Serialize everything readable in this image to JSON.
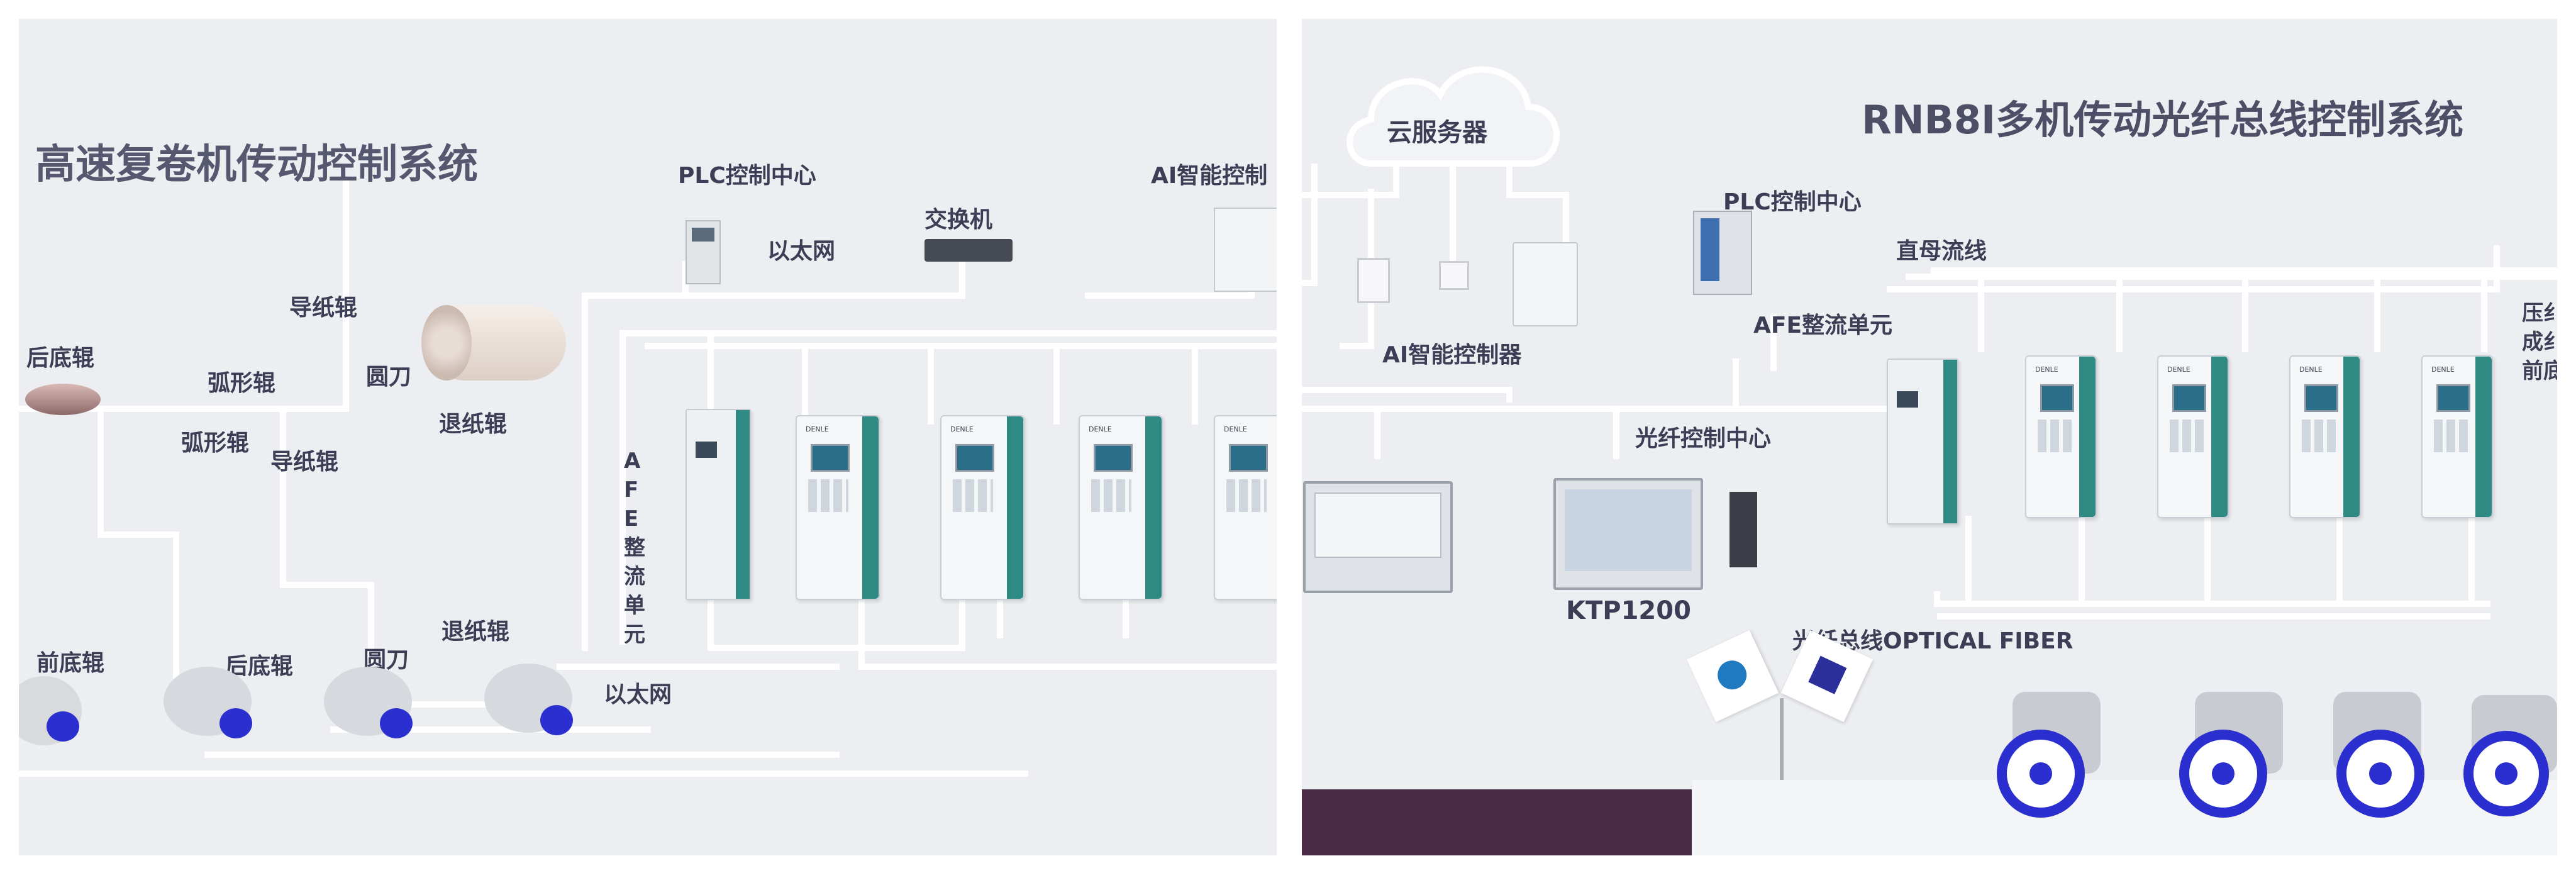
{
  "left_panel": {
    "title": "高速复卷机传动控制系统",
    "labels": {
      "plc_center": "PLC控制中心",
      "ethernet_top": "以太网",
      "switch": "交换机",
      "ai_controller": "AI智能控制",
      "paper_guide_roller_top": "导纸辊",
      "back_bottom_roller": "后底辊",
      "arc_roller_upper": "弧形辊",
      "round_knife_upper": "圆刀",
      "arc_roller_lower": "弧形辊",
      "paper_guide_roller_lower": "导纸辊",
      "unwind_roller_upper": "退纸辊",
      "afe_vertical": [
        "A",
        "F",
        "E",
        "整",
        "流",
        "单",
        "元"
      ],
      "front_bottom_roller": "前底辊",
      "back_bottom_roller_lower": "后底辊",
      "round_knife_lower": "圆刀",
      "unwind_roller_lower": "退纸辊",
      "ethernet_bottom": "以太网"
    },
    "device_brand": "DENLE"
  },
  "right_panel": {
    "title": "RNB8I多机传动光纤总线控制系统",
    "labels": {
      "cloud_server": "云服务器",
      "plc_center": "PLC控制中心",
      "ai_controller": "AI智能控制器",
      "dc_bus": "直母流线",
      "afe_unit": "AFE整流单元",
      "fiber_center": "光纤控制中心",
      "ktp": "KTP1200",
      "optical_fiber": "光纤总线OPTICAL FIBER",
      "edge_text": [
        "压纟",
        "成纟",
        "前底"
      ]
    },
    "device_brand": "DENLE"
  },
  "colors": {
    "panel_bg": "#eceef2",
    "wire": "#ffffff",
    "text": "#3b3e55",
    "drive_accent": "#2f8a83",
    "motor_blue": "#2b2fd0",
    "floor_purple": "#4a2a45"
  }
}
